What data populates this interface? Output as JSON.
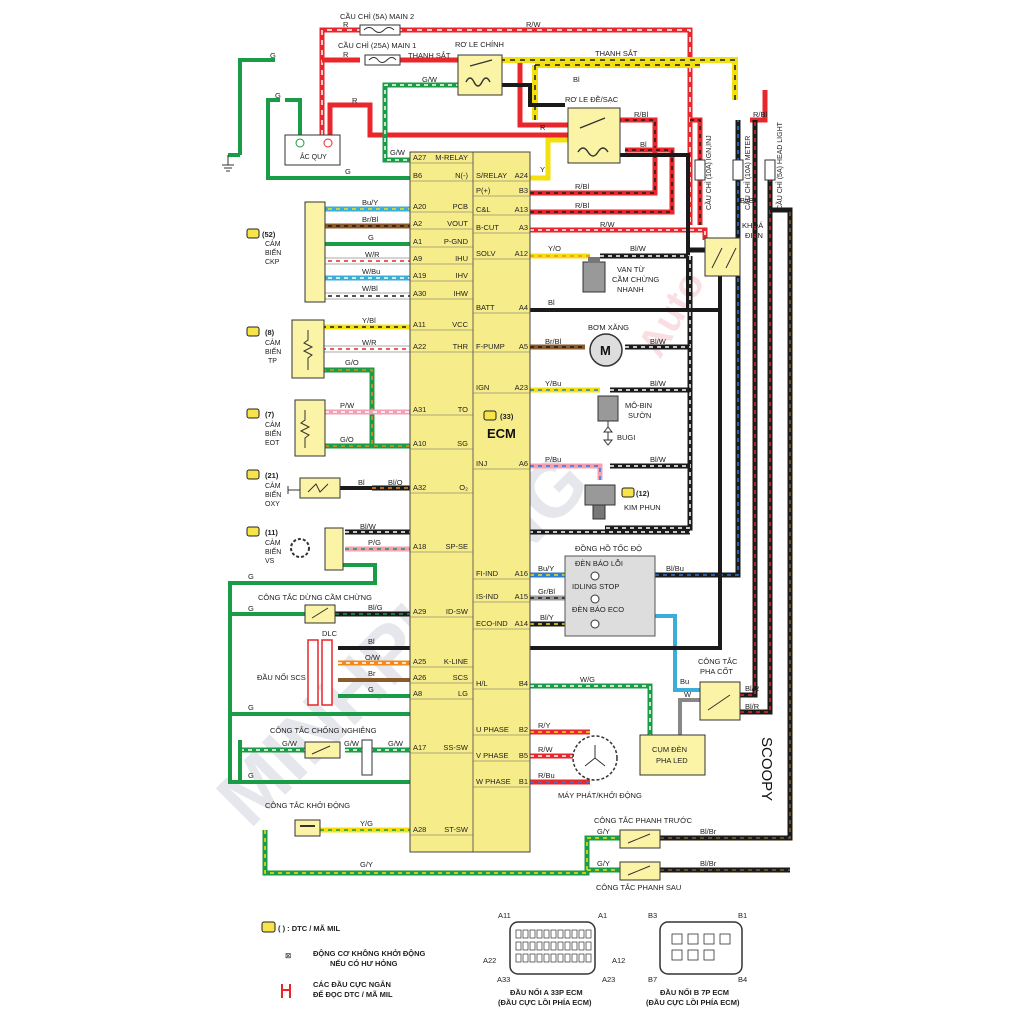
{
  "watermark": "MINHPHONG",
  "watermark_small": "Auto",
  "model": "SCOOPY",
  "ecm": {
    "label": "ECM",
    "code": "(33)",
    "pins_left": [
      {
        "pin": "A27",
        "name": "M-RELAY"
      },
      {
        "pin": "B6",
        "name": "N(-)"
      },
      {
        "pin": "A20",
        "name": "PCB"
      },
      {
        "pin": "A2",
        "name": "VOUT"
      },
      {
        "pin": "A1",
        "name": "P-GND"
      },
      {
        "pin": "A9",
        "name": "IHU"
      },
      {
        "pin": "A19",
        "name": "IHV"
      },
      {
        "pin": "A30",
        "name": "IHW"
      },
      {
        "pin": "A11",
        "name": "VCC"
      },
      {
        "pin": "A22",
        "name": "THR"
      },
      {
        "pin": "A31",
        "name": "TO"
      },
      {
        "pin": "A10",
        "name": "SG"
      },
      {
        "pin": "A32",
        "name": "O₂"
      },
      {
        "pin": "A18",
        "name": "SP-SE"
      },
      {
        "pin": "A29",
        "name": "ID-SW"
      },
      {
        "pin": "A25",
        "name": "K-LINE"
      },
      {
        "pin": "A26",
        "name": "SCS"
      },
      {
        "pin": "A8",
        "name": "LG"
      },
      {
        "pin": "A17",
        "name": "SS-SW"
      },
      {
        "pin": "A28",
        "name": "ST-SW"
      }
    ],
    "pins_right": [
      {
        "pin": "A24",
        "name": "S/RELAY"
      },
      {
        "pin": "B3",
        "name": "P(+)"
      },
      {
        "pin": "A13",
        "name": "C&L"
      },
      {
        "pin": "A3",
        "name": "B-CUT"
      },
      {
        "pin": "A12",
        "name": "SOLV"
      },
      {
        "pin": "A4",
        "name": "BATT"
      },
      {
        "pin": "A5",
        "name": "F-PUMP"
      },
      {
        "pin": "A23",
        "name": "IGN"
      },
      {
        "pin": "A6",
        "name": "INJ"
      },
      {
        "pin": "A16",
        "name": "FI-IND"
      },
      {
        "pin": "A15",
        "name": "IS-IND"
      },
      {
        "pin": "A14",
        "name": "ECO-IND"
      },
      {
        "pin": "B4",
        "name": "H/L"
      },
      {
        "pin": "B2",
        "name": "U PHASE"
      },
      {
        "pin": "B5",
        "name": "V PHASE"
      },
      {
        "pin": "B1",
        "name": "W PHASE"
      }
    ]
  },
  "components": {
    "fuse_main2": "CẦU CHÌ (5A) MAIN 2",
    "fuse_main1": "CẦU CHÌ (25A) MAIN 1",
    "main_relay": "RƠ LE CHÍNH",
    "starter_relay": "RƠ LE ĐỀ/SẠC",
    "battery": "ẮC QUY",
    "ground_label": "THANH SẮT",
    "ckp_code": "(52)",
    "ckp_1": "CẢM",
    "ckp_2": "BIẾN",
    "ckp_3": "CKP",
    "tp_code": "(8)",
    "tp_1": "CẢM",
    "tp_2": "BIẾN",
    "tp_3": "TP",
    "eot_code": "(7)",
    "eot_1": "CẢM",
    "eot_2": "BIẾN",
    "eot_3": "EOT",
    "oxy_code": "(21)",
    "oxy_1": "CẢM",
    "oxy_2": "BIẾN",
    "oxy_3": "OXY",
    "vs_code": "(11)",
    "vs_1": "CẢM",
    "vs_2": "BIẾN",
    "vs_3": "VS",
    "idle_switch": "CÔNG TẮC DỪNG CẦM CHỪNG",
    "dlc": "DLC",
    "scs": "ĐẦU NỐI SCS",
    "tilt_switch": "CÔNG TẮC CHỐNG NGHIÊNG",
    "start_switch": "CÔNG TẮC KHỞI ĐỘNG",
    "solenoid_1": "VAN TỪ",
    "solenoid_2": "CẦM CHỪNG",
    "solenoid_3": "NHANH",
    "fuel_pump": "BƠM XĂNG",
    "ign_coil_1": "MÔ-BIN",
    "ign_coil_2": "SƯỜN",
    "spark_plug": "BUGI",
    "injector_code": "(12)",
    "injector": "KIM PHUN",
    "meter": "ĐỒNG HỒ TỐC ĐỘ",
    "mil_lamp": "ĐÈN BÁO LỖI",
    "idling_stop": "IDLING STOP",
    "eco_lamp": "ĐÈN BÁO ECO",
    "ignition_1": "KHOÁ",
    "ignition_2": "ĐIỆN",
    "dimmer_1": "CÔNG TẮC",
    "dimmer_2": "PHA CỐT",
    "headlight_1": "CỤM ĐÈN",
    "headlight_2": "PHA LED",
    "generator": "MÁY PHÁT/KHỞI ĐỘNG",
    "front_brake": "CÔNG TẮC PHANH TRƯỚC",
    "rear_brake": "CÔNG TẮC PHANH SAU",
    "fuse_ign": "CẦU CHÌ (10A) IGN,INJ",
    "fuse_meter": "CẦU CHÌ (10A) METER",
    "fuse_head": "CẦU CHÌ (5A) HEAD LIGHT"
  },
  "wire_labels": {
    "r": "R",
    "rw": "R/W",
    "g": "G",
    "gw": "G/W",
    "bl": "Bl",
    "rbl": "R/Bl",
    "y": "Y",
    "buy": "Bu/Y",
    "brbl": "Br/Bl",
    "wr": "W/R",
    "wbu": "W/Bu",
    "wbl": "W/Bl",
    "ybl": "Y/Bl",
    "go": "G/O",
    "pw": "P/W",
    "blo": "Bl/O",
    "blw": "Bl/W",
    "pg": "P/G",
    "blg": "Bl/G",
    "yo": "Y/O",
    "brbl2": "Br/Bl",
    "ybu": "Y/Bu",
    "pbu": "P/Bu",
    "blbu": "Bl/Bu",
    "grbl": "Gr/Bl",
    "bly": "Bl/Y",
    "ow": "O/W",
    "br": "Br",
    "wg": "W/G",
    "ry": "R/Y",
    "rbu": "R/Bu",
    "yg": "Y/G",
    "gy": "G/Y",
    "blbr": "Bl/Br",
    "blr": "Bl/R",
    "bu": "Bu",
    "w": "W"
  },
  "legend": {
    "dtc": "(   ) : DTC / MÃ MIL",
    "no_start_1": "ĐỘNG CƠ KHÔNG KHỞI ĐỘNG",
    "no_start_2": "NẾU CÓ HƯ HỎNG",
    "dlc_read_1": "CÁC ĐẦU CỰC NGẮN",
    "dlc_read_2": "ĐỂ ĐỌC DTC / MÃ MIL"
  },
  "connector_a": {
    "p1": "A11",
    "p2": "A1",
    "p3": "A22",
    "p4": "A12",
    "p5": "A33",
    "p6": "A23",
    "title_1": "ĐẦU NỐI A 33P ECM",
    "title_2": "(ĐẦU CỰC LỒI PHÍA ECM)"
  },
  "connector_b": {
    "p1": "B3",
    "p2": "B1",
    "p3": "B7",
    "p4": "B4",
    "title_1": "ĐẦU NỐI B 7P ECM",
    "title_2": "(ĐẦU CỰC LỒI PHÍA ECM)"
  },
  "colors": {
    "red": "#e8262b",
    "green": "#1a9b45",
    "yellow": "#f2e10f",
    "black": "#1a1a1a",
    "white": "#ffffff",
    "blue": "#2e7bd2",
    "brown": "#8b5a2b",
    "pink": "#f3a0b6",
    "orange": "#f08a1c",
    "gray": "#9a9a9a",
    "ecm_fill": "#f7ec8a",
    "box_fill": "#fbf3a6"
  }
}
